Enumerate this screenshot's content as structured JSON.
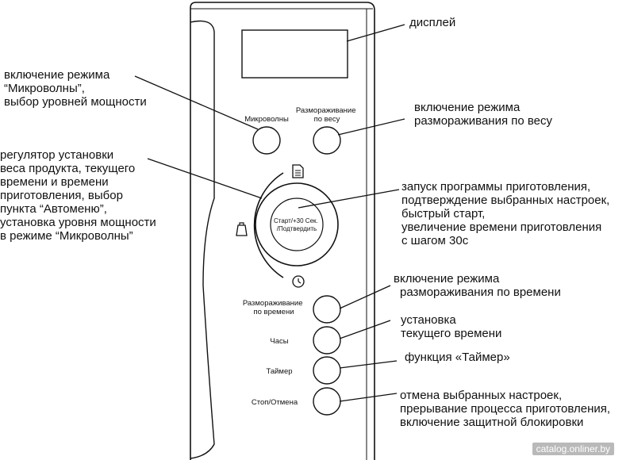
{
  "panel": {
    "btn_microwave": "Микроволны",
    "btn_defrost_weight": [
      "Размораживание",
      "по весу"
    ],
    "dial_center": [
      "Старт/+30 Сек.",
      "/Подтвердить"
    ],
    "btn_defrost_time": [
      "Размораживание",
      "по времени"
    ],
    "btn_clock": "Часы",
    "btn_timer": "Таймер",
    "btn_stop": "Стоп/Отмена"
  },
  "callouts": {
    "display": [
      "дисплей"
    ],
    "microwave": [
      "включение режима",
      "“Микроволны”,",
      "выбор уровней мощности"
    ],
    "defrost_weight": [
      "включение режима",
      "размораживания по весу"
    ],
    "dial": [
      "регулятор установки",
      "веса продукта, текущего",
      "времени и времени",
      "приготовления, выбор",
      "пункта “Автоменю”,",
      "установка уровня мощности",
      "в режиме “Микроволны”"
    ],
    "start": [
      "запуск программы приготовления,",
      "подтверждение выбранных настроек,",
      "быстрый старт,",
      "увеличение времени приготовления",
      "с шагом 30с"
    ],
    "defrost_time": [
      "включение режима",
      "размораживания по времени"
    ],
    "clock": [
      "установка",
      "текущего времени"
    ],
    "timer": [
      "функция «Таймер»"
    ],
    "stop": [
      "отмена выбранных настроек,",
      "прерывание процесса приготовления,",
      "включение защитной блокировки"
    ]
  },
  "watermark": "catalog.onliner.by"
}
